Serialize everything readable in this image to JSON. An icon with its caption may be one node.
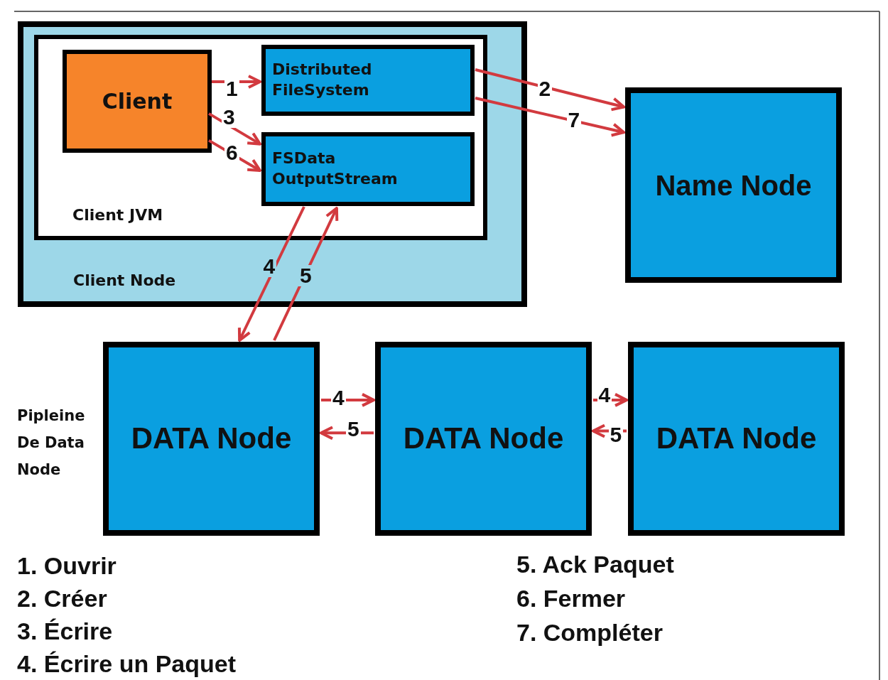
{
  "diagram": {
    "nodes": [
      {
        "text": [
          "Client Node"
        ]
      },
      {
        "text": [
          "Client JVM"
        ],
        "in": 0
      },
      {
        "text": [
          "Client"
        ],
        "in": 1
      },
      {
        "text": [
          "Distributed FileSystem"
        ],
        "in": 1
      },
      {
        "text": [
          "FSData OutputStream"
        ],
        "in": 1
      },
      {
        "text": [
          "Name Node"
        ]
      },
      {
        "text": [
          "DATA Node"
        ]
      },
      {
        "text": [
          "DATA Node"
        ]
      },
      {
        "text": [
          "DATA Node"
        ]
      }
    ],
    "edges": [
      {
        "from": 2,
        "to": 3,
        "arrow": "to",
        "label": "1"
      },
      {
        "from": 3,
        "to": 5,
        "arrow": "to",
        "label": "2"
      },
      {
        "from": 2,
        "to": 4,
        "arrow": "to",
        "label": "3"
      },
      {
        "from": 4,
        "to": 6,
        "arrow": "to",
        "label": "4"
      },
      {
        "from": 6,
        "to": 4,
        "arrow": "to",
        "label": "5"
      },
      {
        "from": 2,
        "to": 4,
        "arrow": "to",
        "label": "6"
      },
      {
        "from": 3,
        "to": 5,
        "arrow": "to",
        "label": "7"
      },
      {
        "from": 6,
        "to": 7,
        "arrow": "to",
        "label": "4"
      },
      {
        "from": 7,
        "to": 6,
        "arrow": "to",
        "label": "5"
      },
      {
        "from": 7,
        "to": 8,
        "arrow": "to",
        "label": "4"
      },
      {
        "from": 8,
        "to": 7,
        "arrow": "to",
        "label": "5"
      }
    ],
    "labels": [
      "Pipleine De Data Node",
      "1. Ouvrir",
      "2. Créer",
      "3. Écrire",
      "4. Écrire un Paquet",
      "5. Ack Paquet",
      "6. Fermer",
      "7. Compléter"
    ]
  }
}
